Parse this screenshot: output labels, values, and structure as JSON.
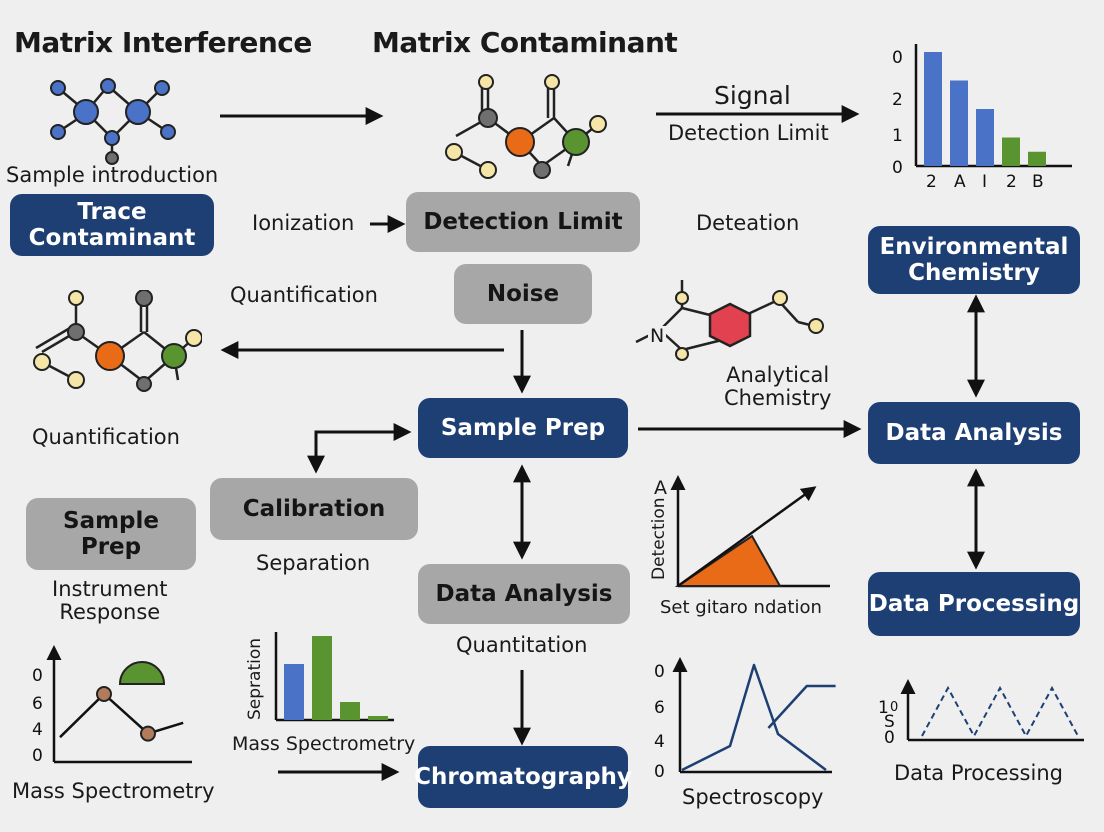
{
  "headings": {
    "matrix_interference": "Matrix Interference",
    "matrix_contaminant": "Matrix Contaminant"
  },
  "labels": {
    "sample_introduction": "Sample introduction",
    "ionization": "Ionization",
    "quantification_top": "Quantification",
    "quantification_left": "Quantification",
    "signal": "Signal",
    "detection_limit_text": "Detection Limit",
    "deteation": "Deteation",
    "analytical_chemistry": "Analytical\nChemistry",
    "separation": "Separation",
    "instrument_response": "Instrument\nResponse",
    "quantitation": "Quantitation",
    "mass_spectrometry_left": "Mass Spectrometry",
    "mass_spectrometry_mid": "Mass Spectrometry",
    "set_gitaro_ndation": "Set  gitaro ndation",
    "spectroscopy": "Spectroscopy",
    "data_processing_text": "Data Processing",
    "n_atom": "N"
  },
  "boxes": {
    "trace_contaminant": "Trace\nContaminant",
    "detection_limit": "Detection Limit",
    "noise": "Noise",
    "sample_prep_main": "Sample Prep",
    "calibration": "Calibration",
    "sample_prep_grey": "Sample\nPrep",
    "data_analysis_grey": "Data Analysis",
    "chromatography": "Chromatography",
    "environmental_chemistry": "Environmental\nChemistry",
    "data_analysis_right": "Data Analysis",
    "data_processing_box": "Data Processing"
  },
  "colors": {
    "navy": "#1d3f74",
    "grey_box": "#a7a7a7",
    "blue": "#4a72c6",
    "green": "#5a9431",
    "orange": "#ea6b17",
    "red": "#e2424f",
    "cream": "#f5e6a8",
    "dark_grey": "#6f6f6f"
  },
  "chart_data": [
    {
      "type": "bar",
      "title": "",
      "categories": [
        "2",
        "A",
        "I",
        "2",
        "B"
      ],
      "values": [
        4,
        3,
        2,
        1,
        0.5
      ],
      "yticks": [
        "0",
        "2",
        "1",
        "0"
      ],
      "bar_colors": [
        "#4a72c6",
        "#4a72c6",
        "#4a72c6",
        "#5a9431",
        "#5a9431"
      ]
    },
    {
      "type": "bar",
      "title": "",
      "ylabel": "Sepration",
      "xlabel": "Mass Spectrometry",
      "values": [
        2.8,
        4.2,
        0.9,
        0.2
      ],
      "bar_colors": [
        "#4a72c6",
        "#5a9431",
        "#5a9431",
        "#5a9431"
      ]
    },
    {
      "type": "line",
      "title": "",
      "xlabel": "Mass Spectrometry",
      "yticks": [
        "0",
        "6",
        "4",
        "0"
      ],
      "points": [
        [
          0,
          0.3
        ],
        [
          1,
          1.5
        ],
        [
          2,
          0.4
        ],
        [
          2.8,
          0.7
        ]
      ]
    },
    {
      "type": "area",
      "title": "",
      "ylabel": "Detection",
      "xlabel": "Set  gitaro ndation",
      "y_axis_label": "A"
    },
    {
      "type": "line",
      "title": "",
      "xlabel": "Spectroscopy",
      "yticks": [
        "0",
        "6",
        "4",
        "0"
      ],
      "series": [
        {
          "values": [
            [
              0,
              0
            ],
            [
              1,
              0.8
            ],
            [
              1.5,
              3.5
            ],
            [
              2,
              1.2
            ],
            [
              3,
              0
            ]
          ]
        },
        {
          "values": [
            [
              1.8,
              1.4
            ],
            [
              2.6,
              2.8
            ],
            [
              3.2,
              2.8
            ]
          ]
        }
      ]
    },
    {
      "type": "line",
      "title": "",
      "xlabel": "Data Processing",
      "yticks": [
        "1",
        "S",
        "0"
      ],
      "y_side_label": "0",
      "series_style": "dashed",
      "points": [
        [
          0,
          0
        ],
        [
          1,
          1
        ],
        [
          2,
          0
        ],
        [
          3,
          1
        ],
        [
          4,
          0
        ],
        [
          5,
          1
        ],
        [
          6,
          0
        ]
      ]
    }
  ]
}
